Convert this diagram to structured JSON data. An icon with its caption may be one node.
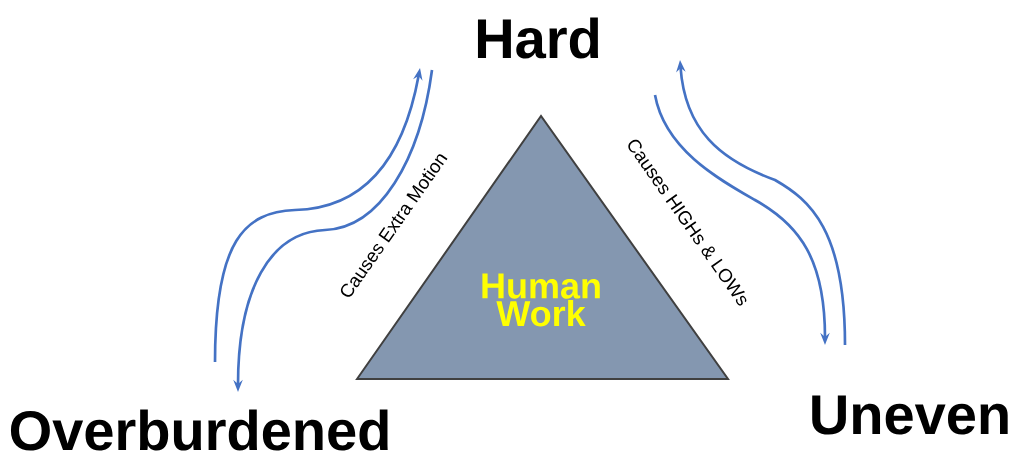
{
  "diagram": {
    "nodes": [
      {
        "text": [
          "Hard"
        ]
      },
      {
        "text": [
          "Human Work"
        ]
      },
      {
        "text": [
          "Overburdened"
        ]
      },
      {
        "text": [
          "Uneven"
        ]
      }
    ],
    "edges": [
      {
        "from": 2,
        "to": 0,
        "arrow": "to"
      },
      {
        "from": 0,
        "to": 2,
        "arrow": "to"
      },
      {
        "from": 3,
        "to": 0,
        "arrow": "to"
      },
      {
        "from": 0,
        "to": 3,
        "arrow": "to"
      }
    ],
    "labels": [
      "Causes Extra Motion",
      "Causes HIGHs & LOWs"
    ]
  }
}
